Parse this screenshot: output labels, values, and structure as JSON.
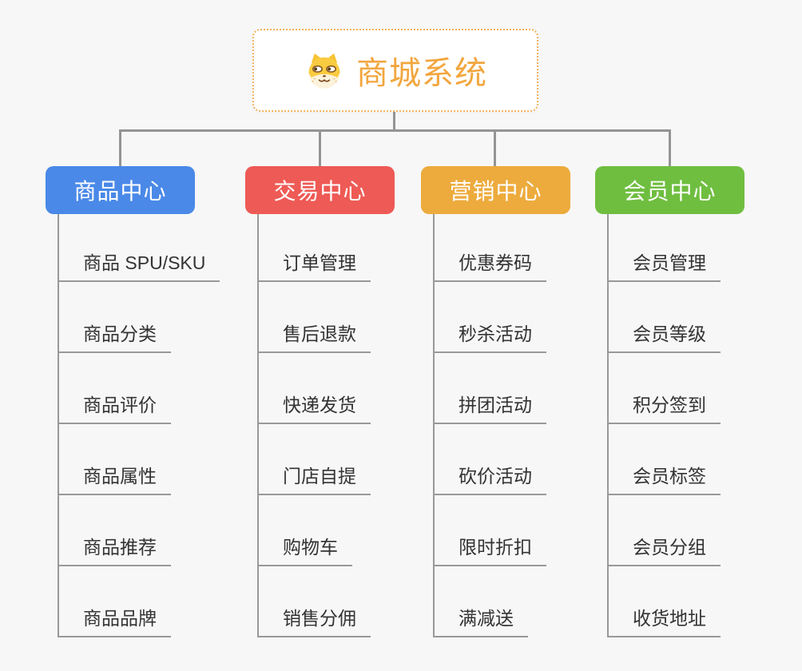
{
  "root": {
    "title": "商城系统",
    "icon": "dog-face-icon"
  },
  "branches": [
    {
      "id": "product-center",
      "label": "商品中心",
      "color": "#4A89E8",
      "items": [
        "商品 SPU/SKU",
        "商品分类",
        "商品评价",
        "商品属性",
        "商品推荐",
        "商品品牌"
      ]
    },
    {
      "id": "trade-center",
      "label": "交易中心",
      "color": "#EE5A55",
      "items": [
        "订单管理",
        "售后退款",
        "快递发货",
        "门店自提",
        "购物车",
        "销售分佣"
      ]
    },
    {
      "id": "marketing-center",
      "label": "营销中心",
      "color": "#EDAB3D",
      "items": [
        "优惠券码",
        "秒杀活动",
        "拼团活动",
        "砍价活动",
        "限时折扣",
        "满减送"
      ]
    },
    {
      "id": "member-center",
      "label": "会员中心",
      "color": "#6FBE40",
      "items": [
        "会员管理",
        "会员等级",
        "积分签到",
        "会员标签",
        "会员分组",
        "收货地址"
      ]
    }
  ],
  "colors": {
    "background": "#F7F7F7",
    "root_accent_orange": "#F2A63E",
    "root_border_orange": "#F3B25A",
    "connector_gray": "#949494",
    "item_line_gray": "#999999",
    "item_text": "#333333"
  }
}
